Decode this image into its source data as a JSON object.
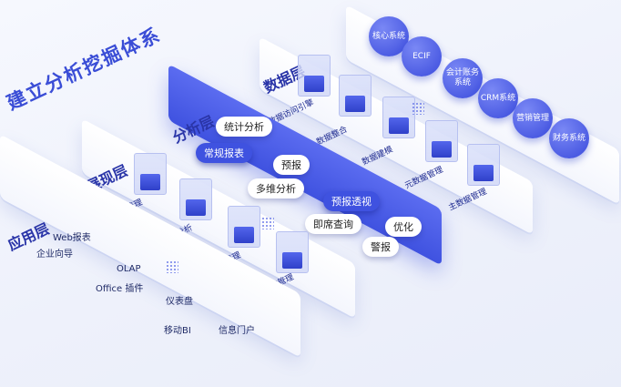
{
  "title": "建立分析挖掘体系",
  "layers": {
    "data": {
      "label": "数据层",
      "cubes": [
        "数据访问引擎",
        "数据整合",
        "数据建模",
        "元数据管理",
        "主数据管理"
      ]
    },
    "analysis": {
      "label": "分析层",
      "items": [
        "统计分析",
        "常规报表",
        "预报",
        "多维分析",
        "预报透视",
        "即席查询",
        "优化",
        "警报"
      ],
      "selected": [
        "常规报表",
        "预报透视"
      ]
    },
    "display": {
      "label": "展现层",
      "cubes": [
        "风险管理",
        "客户分析",
        "绩效管理",
        "供应链管理"
      ]
    },
    "application": {
      "label": "应用层",
      "items": [
        "Web报表",
        "企业向导",
        "OLAP",
        "Office 插件",
        "仪表盘",
        "移动BI",
        "信息门户"
      ]
    }
  },
  "systems": [
    "核心系统",
    "ECIF",
    "会计账务系统",
    "CRM系统",
    "营销管理",
    "财务系统"
  ]
}
